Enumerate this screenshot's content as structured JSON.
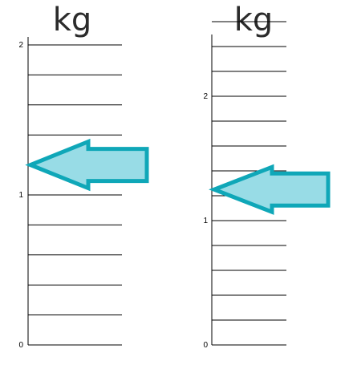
{
  "scales": [
    {
      "unit": "kg",
      "axis_min": 0,
      "axis_max": 2,
      "major_ticks": [
        0,
        1,
        2
      ],
      "minor_divisions": 5,
      "arrow_value": 1.2
    },
    {
      "unit": "kg",
      "axis_min": 0,
      "axis_max": 2.5,
      "major_ticks": [
        0,
        1,
        2
      ],
      "minor_divisions": 5,
      "arrow_value": 1.25
    }
  ],
  "colors": {
    "arrow_fill": "#98DCE6",
    "arrow_stroke": "#0FA7B8",
    "line": "#000000",
    "unit_text": "#2b2b2b"
  }
}
